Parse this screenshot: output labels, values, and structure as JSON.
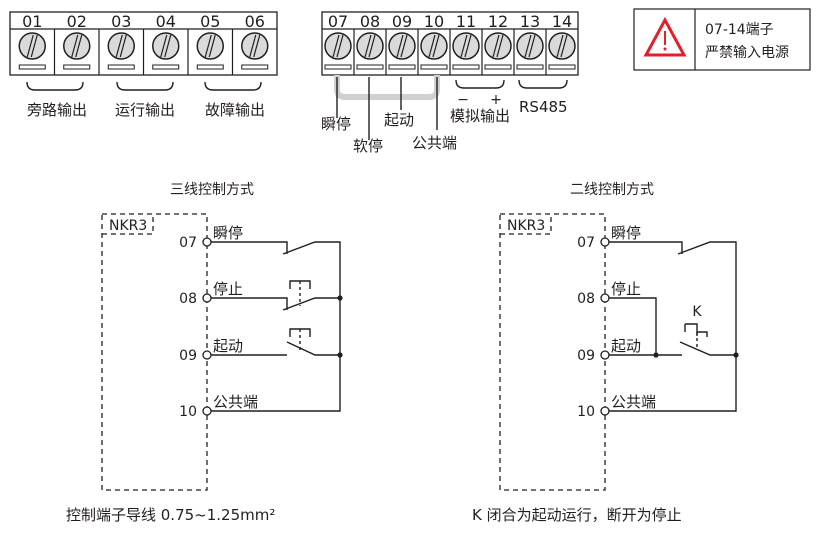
{
  "left_block": {
    "terminals": [
      "01",
      "02",
      "03",
      "04",
      "05",
      "06"
    ],
    "groups": [
      "旁路输出",
      "运行输出",
      "故障输出"
    ]
  },
  "right_block": {
    "terminals": [
      "07",
      "08",
      "09",
      "10",
      "11",
      "12",
      "13",
      "14"
    ],
    "labels": {
      "instant_stop": "瞬停",
      "soft_stop": "软停",
      "start": "起动",
      "common": "公共端",
      "minus": "−",
      "plus": "+",
      "analog": "模拟输出",
      "rs485": "RS485"
    }
  },
  "warning": {
    "line1": "07-14端子",
    "line2": "严禁输入电源",
    "icon": "warning-triangle-icon",
    "color": "#e0202a"
  },
  "three_wire": {
    "title": "三线控制方式",
    "device": "NKR3",
    "terminals": [
      {
        "num": "07",
        "label": "瞬停"
      },
      {
        "num": "08",
        "label": "停止"
      },
      {
        "num": "09",
        "label": "起动"
      },
      {
        "num": "10",
        "label": "公共端"
      }
    ],
    "note": "控制端子导线 0.75~1.25mm²"
  },
  "two_wire": {
    "title": "二线控制方式",
    "device": "NKR3",
    "switch_label": "K",
    "terminals": [
      {
        "num": "07",
        "label": "瞬停"
      },
      {
        "num": "08",
        "label": "停止"
      },
      {
        "num": "09",
        "label": "起动"
      },
      {
        "num": "10",
        "label": "公共端"
      }
    ],
    "note": "K 闭合为起动运行，断开为停止"
  }
}
